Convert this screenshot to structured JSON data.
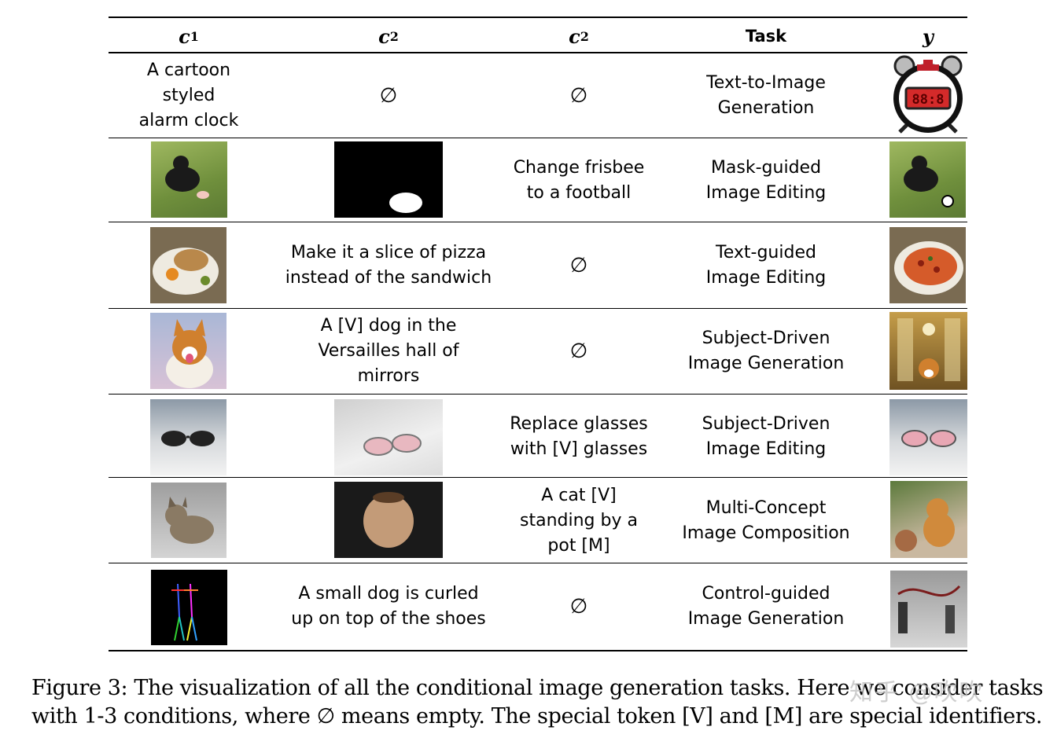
{
  "table": {
    "headers": {
      "c1_symbol": "c",
      "c1_sub": "1",
      "c2a_symbol": "c",
      "c2a_sub": "2",
      "c2b_symbol": "c",
      "c2b_sub": "2",
      "task": "Task",
      "y": "y"
    },
    "rows": [
      {
        "c1": "A cartoon\nstyled\nalarm clock",
        "c2": "∅",
        "c3": "∅",
        "task": "Text-to-Image\nGeneration",
        "y_digits": "88:8"
      },
      {
        "c3": "Change frisbee\nto a football",
        "task": "Mask-guided\nImage Editing"
      },
      {
        "c2": "Make it a slice of pizza\ninstead of the sandwich",
        "c3": "∅",
        "task": "Text-guided\nImage Editing"
      },
      {
        "c2": "A [V] dog in the\nVersailles hall of\nmirrors",
        "c3": "∅",
        "task": "Subject-Driven\nImage Generation"
      },
      {
        "c3": "Replace glasses\nwith [V] glasses",
        "task": "Subject-Driven\nImage Editing"
      },
      {
        "c3": "A cat [V]\nstanding by a\npot [M]",
        "task": "Multi-Concept\nImage Composition"
      },
      {
        "c2": "A small dog is curled\nup on top of the shoes",
        "c3": "∅",
        "task": "Control-guided\nImage Generation"
      }
    ]
  },
  "caption": {
    "line1": "Figure 3: The visualization of all the conditional image generation tasks.  Here we consider tasks",
    "line2": "with 1-3 conditions, where ∅ means empty. The special token [V] and [M] are special identifiers."
  },
  "watermark": "知乎 @吹吹"
}
